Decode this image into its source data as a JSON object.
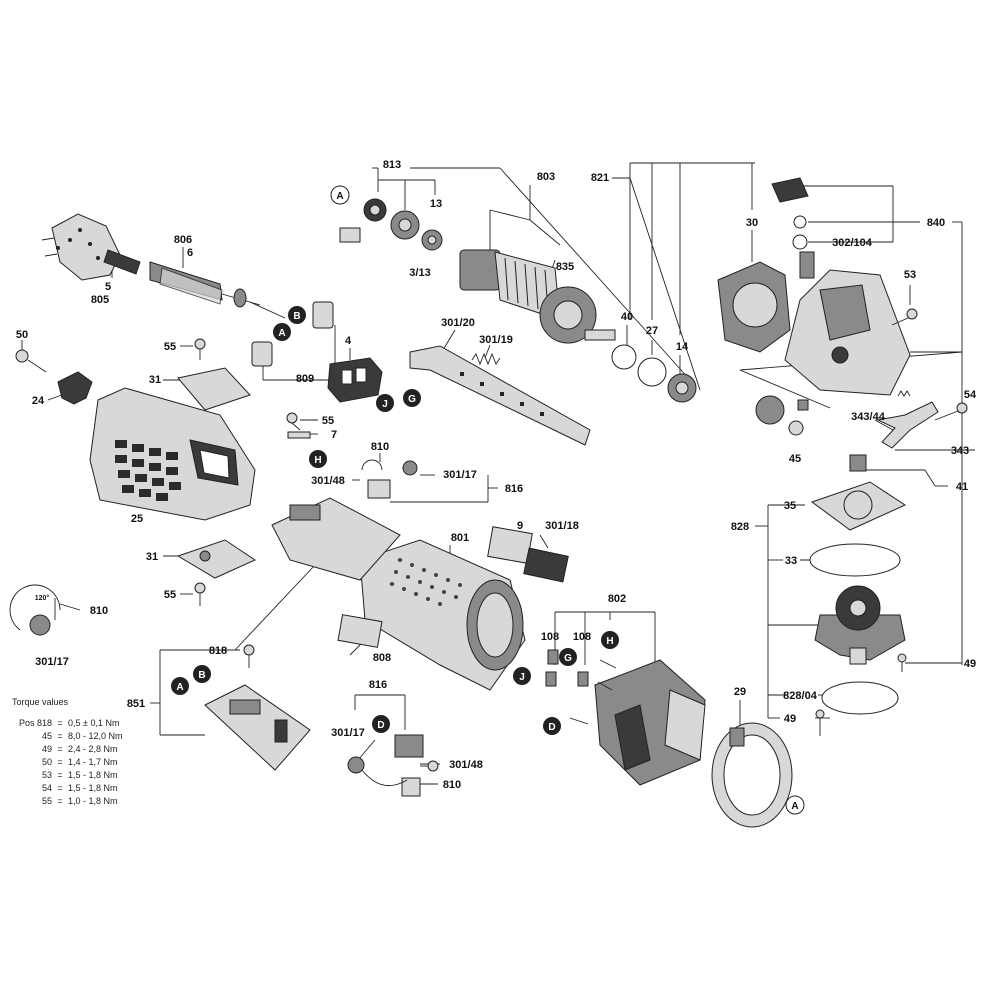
{
  "labels": {
    "l813": "813",
    "l803": "803",
    "l821": "821",
    "l840": "840",
    "l30": "30",
    "l13": "13",
    "l313": "3/13",
    "l835": "835",
    "l302104": "302/104",
    "l53": "53",
    "l806": "806",
    "l6": "6",
    "l5": "5",
    "l805": "805",
    "l50": "50",
    "l24": "24",
    "l31a": "31",
    "l55a": "55",
    "l809": "809",
    "l4": "4",
    "l30120": "301/20",
    "l30119": "301/19",
    "l40": "40",
    "l27": "27",
    "l14": "14",
    "l54": "54",
    "l34344": "343/44",
    "l343": "343",
    "l45": "45",
    "l41": "41",
    "l828": "828",
    "l35": "35",
    "l33": "33",
    "l49a": "49",
    "l82804": "828/04",
    "l49b": "49",
    "l29": "29",
    "l25": "25",
    "l55b": "55",
    "l7": "7",
    "l810a": "810",
    "l30148a": "301/48",
    "l30117a": "301/17",
    "l816a": "816",
    "l801": "801",
    "l9": "9",
    "l30118": "301/18",
    "l31b": "31",
    "l55c": "55",
    "l810b": "810",
    "l30117b": "301/17",
    "l angle": "120°",
    "l818": "818",
    "l851": "851",
    "l808": "808",
    "l816b": "816",
    "l30117c": "301/17",
    "l30148b": "301/48",
    "l810c": "810",
    "l802": "802",
    "l108a": "108",
    "l108b": "108"
  },
  "markers": {
    "A": "A",
    "B": "B",
    "D": "D",
    "G": "G",
    "H": "H",
    "J": "J"
  },
  "torque": {
    "title": "Torque values",
    "rows": [
      {
        "pos": "Pos 818",
        "eq": "=",
        "val": "0,5 ± 0,1 Nm"
      },
      {
        "pos": "45",
        "eq": "=",
        "val": "8,0 - 12,0 Nm"
      },
      {
        "pos": "49",
        "eq": "=",
        "val": "2,4 - 2,8 Nm"
      },
      {
        "pos": "50",
        "eq": "=",
        "val": "1,4 - 1,7 Nm"
      },
      {
        "pos": "53",
        "eq": "=",
        "val": "1,5 - 1,8 Nm"
      },
      {
        "pos": "54",
        "eq": "=",
        "val": "1,5 - 1,8 Nm"
      },
      {
        "pos": "55",
        "eq": "=",
        "val": "1,0 - 1,8 Nm"
      }
    ]
  }
}
